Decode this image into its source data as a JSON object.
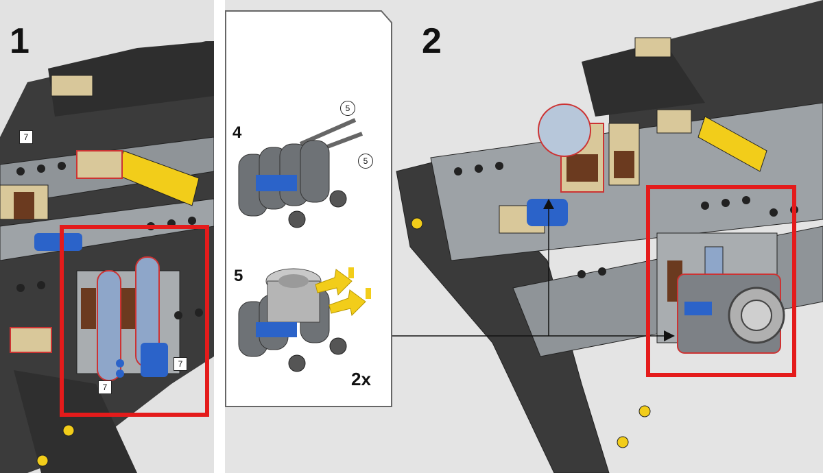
{
  "step1": {
    "number": "1",
    "part_labels": [
      "7",
      "7",
      "7"
    ]
  },
  "callout": {
    "substep_a": "4",
    "substep_b": "5",
    "circle_labels": [
      "5",
      "5"
    ],
    "multiplier": "2x"
  },
  "step2": {
    "number": "2"
  },
  "colors": {
    "highlight": "#e41b1b",
    "dark_brick": "#3d3d3d",
    "light_gray_brick": "#a0a5a9",
    "tan_brick": "#d9c89a",
    "yellow_beam": "#f2cd1a",
    "blue_pin": "#2b63c9",
    "reddish_brown": "#6b3a1f",
    "callout_bg": "#ffffff"
  }
}
